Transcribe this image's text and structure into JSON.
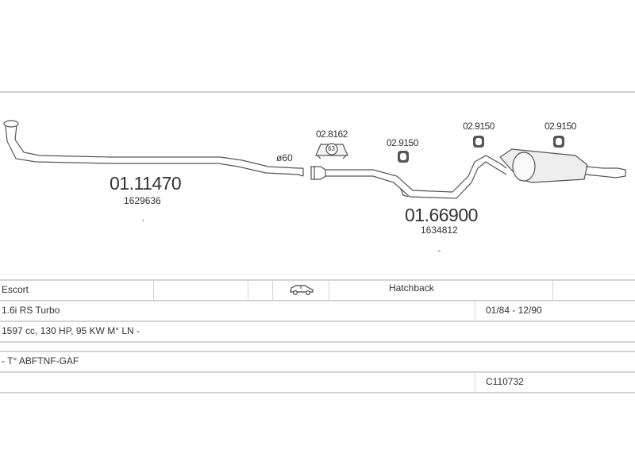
{
  "diagram": {
    "front_pipe": {
      "part_no": "01.11470",
      "oe_no": "1629636"
    },
    "diameter_label": "ø60",
    "clamp": {
      "code": "02.8162",
      "badge": "63"
    },
    "rear_section": {
      "part_no": "01.66900",
      "oe_no": "1634812"
    },
    "hangers": [
      {
        "code": "02.9150"
      },
      {
        "code": "02.9150"
      },
      {
        "code": "02.9150"
      }
    ]
  },
  "spec": {
    "model": "Escort",
    "vehicle_icon": "car-side-icon",
    "body_type": "Hatchback",
    "variant": "1.6i RS Turbo",
    "production_dates": "01/84 - 12/90",
    "engine": "1597 cc, 130 HP, 95 KW M° LN -",
    "type_codes": "- T° ABFTNF-GAF",
    "catalogue_no": "C110732"
  }
}
